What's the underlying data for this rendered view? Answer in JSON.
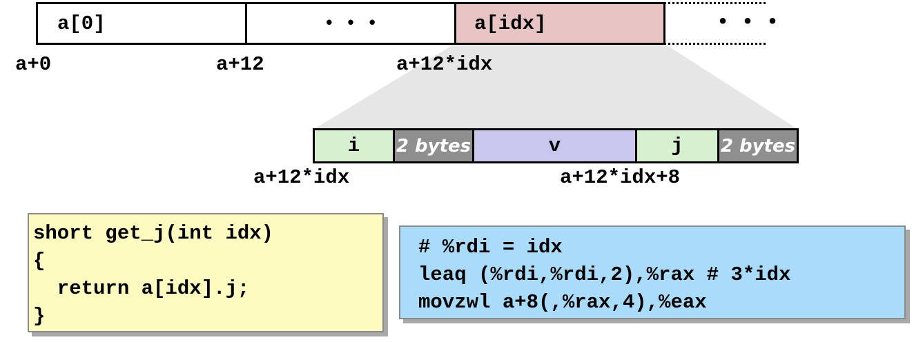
{
  "array": {
    "elem0_label": "a[0]",
    "ellipsis": "• • •",
    "elem_idx_label": "a[idx]",
    "trailing_ellipsis": "• • •",
    "addr_0": "a+0",
    "addr_12": "a+12",
    "addr_idx": "a+12*idx",
    "highlight_color": "#e8c4c4"
  },
  "struct": {
    "field_i": "i",
    "pad1": "2 bytes",
    "field_v": "v",
    "field_j": "j",
    "pad2": "2 bytes",
    "addr_start": "a+12*idx",
    "addr_j": "a+12*idx+8",
    "colors": {
      "i": "#d7f0cf",
      "v": "#c8c8ee",
      "j": "#d7f0cf",
      "pad": "#8f8f8f"
    }
  },
  "c_code": {
    "lines": [
      "short get_j(int idx)",
      "{",
      "  return a[idx].j;",
      "}"
    ],
    "bg": "#fdfbbf"
  },
  "asm_code": {
    "lines": [
      "# %rdi = idx",
      "leaq (%rdi,%rdi,2),%rax # 3*idx",
      "movzwl a+8(,%rax,4),%eax"
    ],
    "bg": "#a9dcfa"
  }
}
